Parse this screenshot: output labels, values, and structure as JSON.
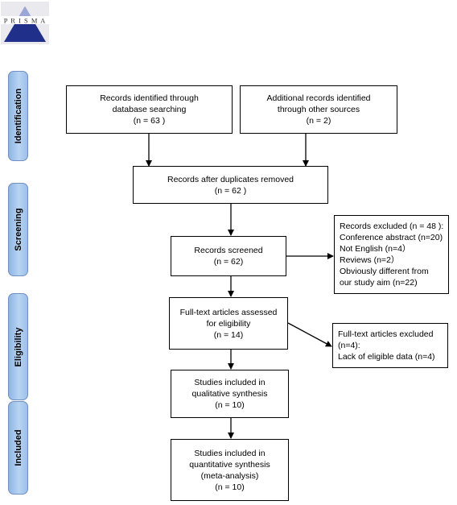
{
  "logo": {
    "text": "PRISMA"
  },
  "stages": {
    "identification": "Identification",
    "screening": "Screening",
    "eligibility": "Eligibility",
    "included": "Included"
  },
  "boxes": {
    "database": [
      "Records identified through",
      "database searching",
      "(n = 63 )"
    ],
    "other": [
      "Additional records identified",
      "through other sources",
      "(n =  2)"
    ],
    "duplicates": [
      "Records after duplicates removed",
      "(n = 62 )"
    ],
    "screened": [
      "Records screened",
      "(n = 62)"
    ],
    "excluded": [
      "Records excluded (n = 48 ):",
      "Conference abstract (n=20)",
      "Not English (n=4）",
      "Reviews (n=2）",
      "Obviously different from",
      "our study aim (n=22)"
    ],
    "fulltext": [
      "Full-text articles assessed",
      "for eligibility",
      "(n =  14)"
    ],
    "fulltext_excluded": [
      "Full-text articles excluded",
      "(n=4):",
      "Lack of eligible data (n=4)"
    ],
    "qualitative": [
      "Studies included in",
      "qualitative synthesis",
      "(n =  10)"
    ],
    "quantitative": [
      "Studies included in",
      "quantitative synthesis",
      "(meta-analysis)",
      "(n =  10)"
    ]
  }
}
